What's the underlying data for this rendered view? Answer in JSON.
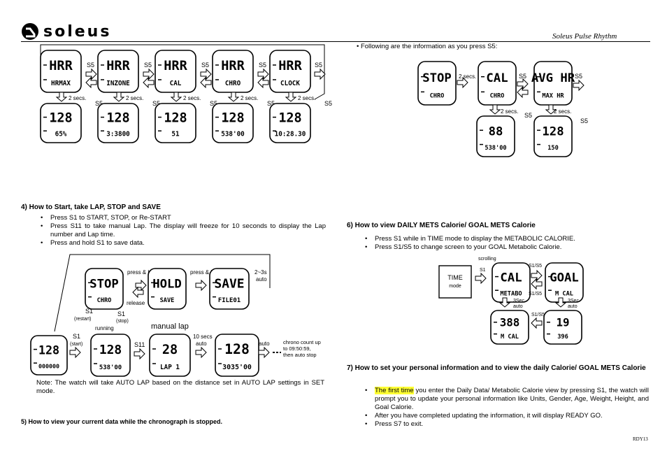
{
  "header": {
    "brand": "soleus",
    "product": "Soleus Pulse Rhythm"
  },
  "colors": {
    "highlight": "#ffff33",
    "ink": "#000000"
  },
  "diagram1": {
    "button": "S5",
    "top_screens": [
      {
        "l1": "HRR",
        "l2": "HRMAX"
      },
      {
        "l1": "HRR",
        "l2": "INZONE"
      },
      {
        "l1": "HRR",
        "l2": "CAL"
      },
      {
        "l1": "HRR",
        "l2": "CHRO"
      },
      {
        "l1": "HRR",
        "l2": "CLOCK"
      }
    ],
    "two_secs": "2 secs.",
    "bottom_screens": [
      {
        "l1": "128",
        "l2": "65%"
      },
      {
        "l1": "128",
        "l2": "3:3800"
      },
      {
        "l1": "128",
        "l2": "51"
      },
      {
        "l1": "128",
        "l2": "538'00"
      },
      {
        "l1": "128",
        "l2": "10:28.30"
      }
    ]
  },
  "diagram_s5": {
    "button": "S5",
    "two_secs": "2 secs.",
    "top_screens": [
      {
        "l1": "STOP",
        "l2": "CHRO"
      },
      {
        "l1": "CAL",
        "l2": "CHRO"
      },
      {
        "l1": "AVG HR",
        "l2": "MAX HR"
      }
    ],
    "bottom_screens": [
      {
        "l1": "88",
        "l2": "538'00"
      },
      {
        "l1": "128",
        "l2": "150"
      }
    ]
  },
  "section4": {
    "heading": "4)   How to Start, take LAP, STOP and SAVE",
    "bullets": [
      "Press S1 to START, STOP, or Re-START",
      "Press S11 to take manual Lap. The display will freeze for 10 seconds to display the Lap number and Lap time.",
      "Press and hold S1 to save data."
    ],
    "diagram": {
      "labels": {
        "press_hold_1": "press & hold S1",
        "press_hold_2": "press & hold S1",
        "two_three_s": "2~3s",
        "auto": "auto",
        "release": "release",
        "s1_restart": "S1",
        "restart": "(restart)",
        "s1_stop": "S1",
        "stop": "(stop)",
        "running": "running",
        "manual_lap": "manual lap",
        "s1_start": "S1",
        "start": "(start)",
        "s11": "S11",
        "ten_secs": "10 secs",
        "auto2": "auto",
        "auto3": "auto",
        "chrono_note": "chrono count up to 09:50:59, then auto stop"
      },
      "top_screens": [
        {
          "l1": "STOP",
          "l2": "CHRO"
        },
        {
          "l1": "HOLD",
          "l2": "SAVE"
        },
        {
          "l1": "SAVE",
          "l2": "FILE01"
        }
      ],
      "bottom_screens": [
        {
          "l1": "128",
          "l2": "000000"
        },
        {
          "l1": "128",
          "l2": "538'00"
        },
        {
          "l1": "28",
          "l2": "LAP 1"
        },
        {
          "l1": "128",
          "l2": "3035'00"
        }
      ]
    },
    "note": "Note: The watch will take AUTO LAP based on the distance set in AUTO LAP settings in SET mode."
  },
  "section5": {
    "heading": "5)   How to view your current data while the chronograph is stopped."
  },
  "right_intro": "Following are the information as you press S5:",
  "section6": {
    "heading": "6)   How to view DAILY METS Calorie/ GOAL METS Calorie",
    "bullets": [
      "Press S1 while in TIME mode to display the METABOLIC CALORIE.",
      "Press S1/S5 to change screen to your GOAL Metabolic Calorie."
    ],
    "diagram": {
      "time_mode": "TIME",
      "mode": "mode",
      "scrolling": "scrolling",
      "s1": "S1",
      "s1s5_a": "S1/S5",
      "s1s5_b": "S1/S5",
      "s1s5_c": "S1/S5",
      "three_sec_a": "3Sec",
      "auto_a": "auto",
      "three_sec_b": "3Sec",
      "auto_b": "auto",
      "screens": [
        {
          "l1": "CAL",
          "l2": "METABO"
        },
        {
          "l1": "GOAL",
          "l2": "M CAL"
        },
        {
          "l1": "388",
          "l2": "M CAL"
        },
        {
          "l1": "19",
          "l2": "396"
        }
      ]
    }
  },
  "section7": {
    "heading": "7)   How to set your personal information and to view the daily Calorie/ GOAL METS Calorie",
    "bullet1_highlight": "The first time",
    "bullet1_rest": " you enter the Daily Data/ Metabolic Calorie view by pressing S1, the watch will prompt you to update your personal information like Units, Gender, Age, Weight, Height, and Goal Calorie.",
    "bullets": [
      "After you have completed updating the information, it will display READY GO.",
      "Press S7 to exit."
    ]
  },
  "footer": {
    "code": "RDY13"
  }
}
